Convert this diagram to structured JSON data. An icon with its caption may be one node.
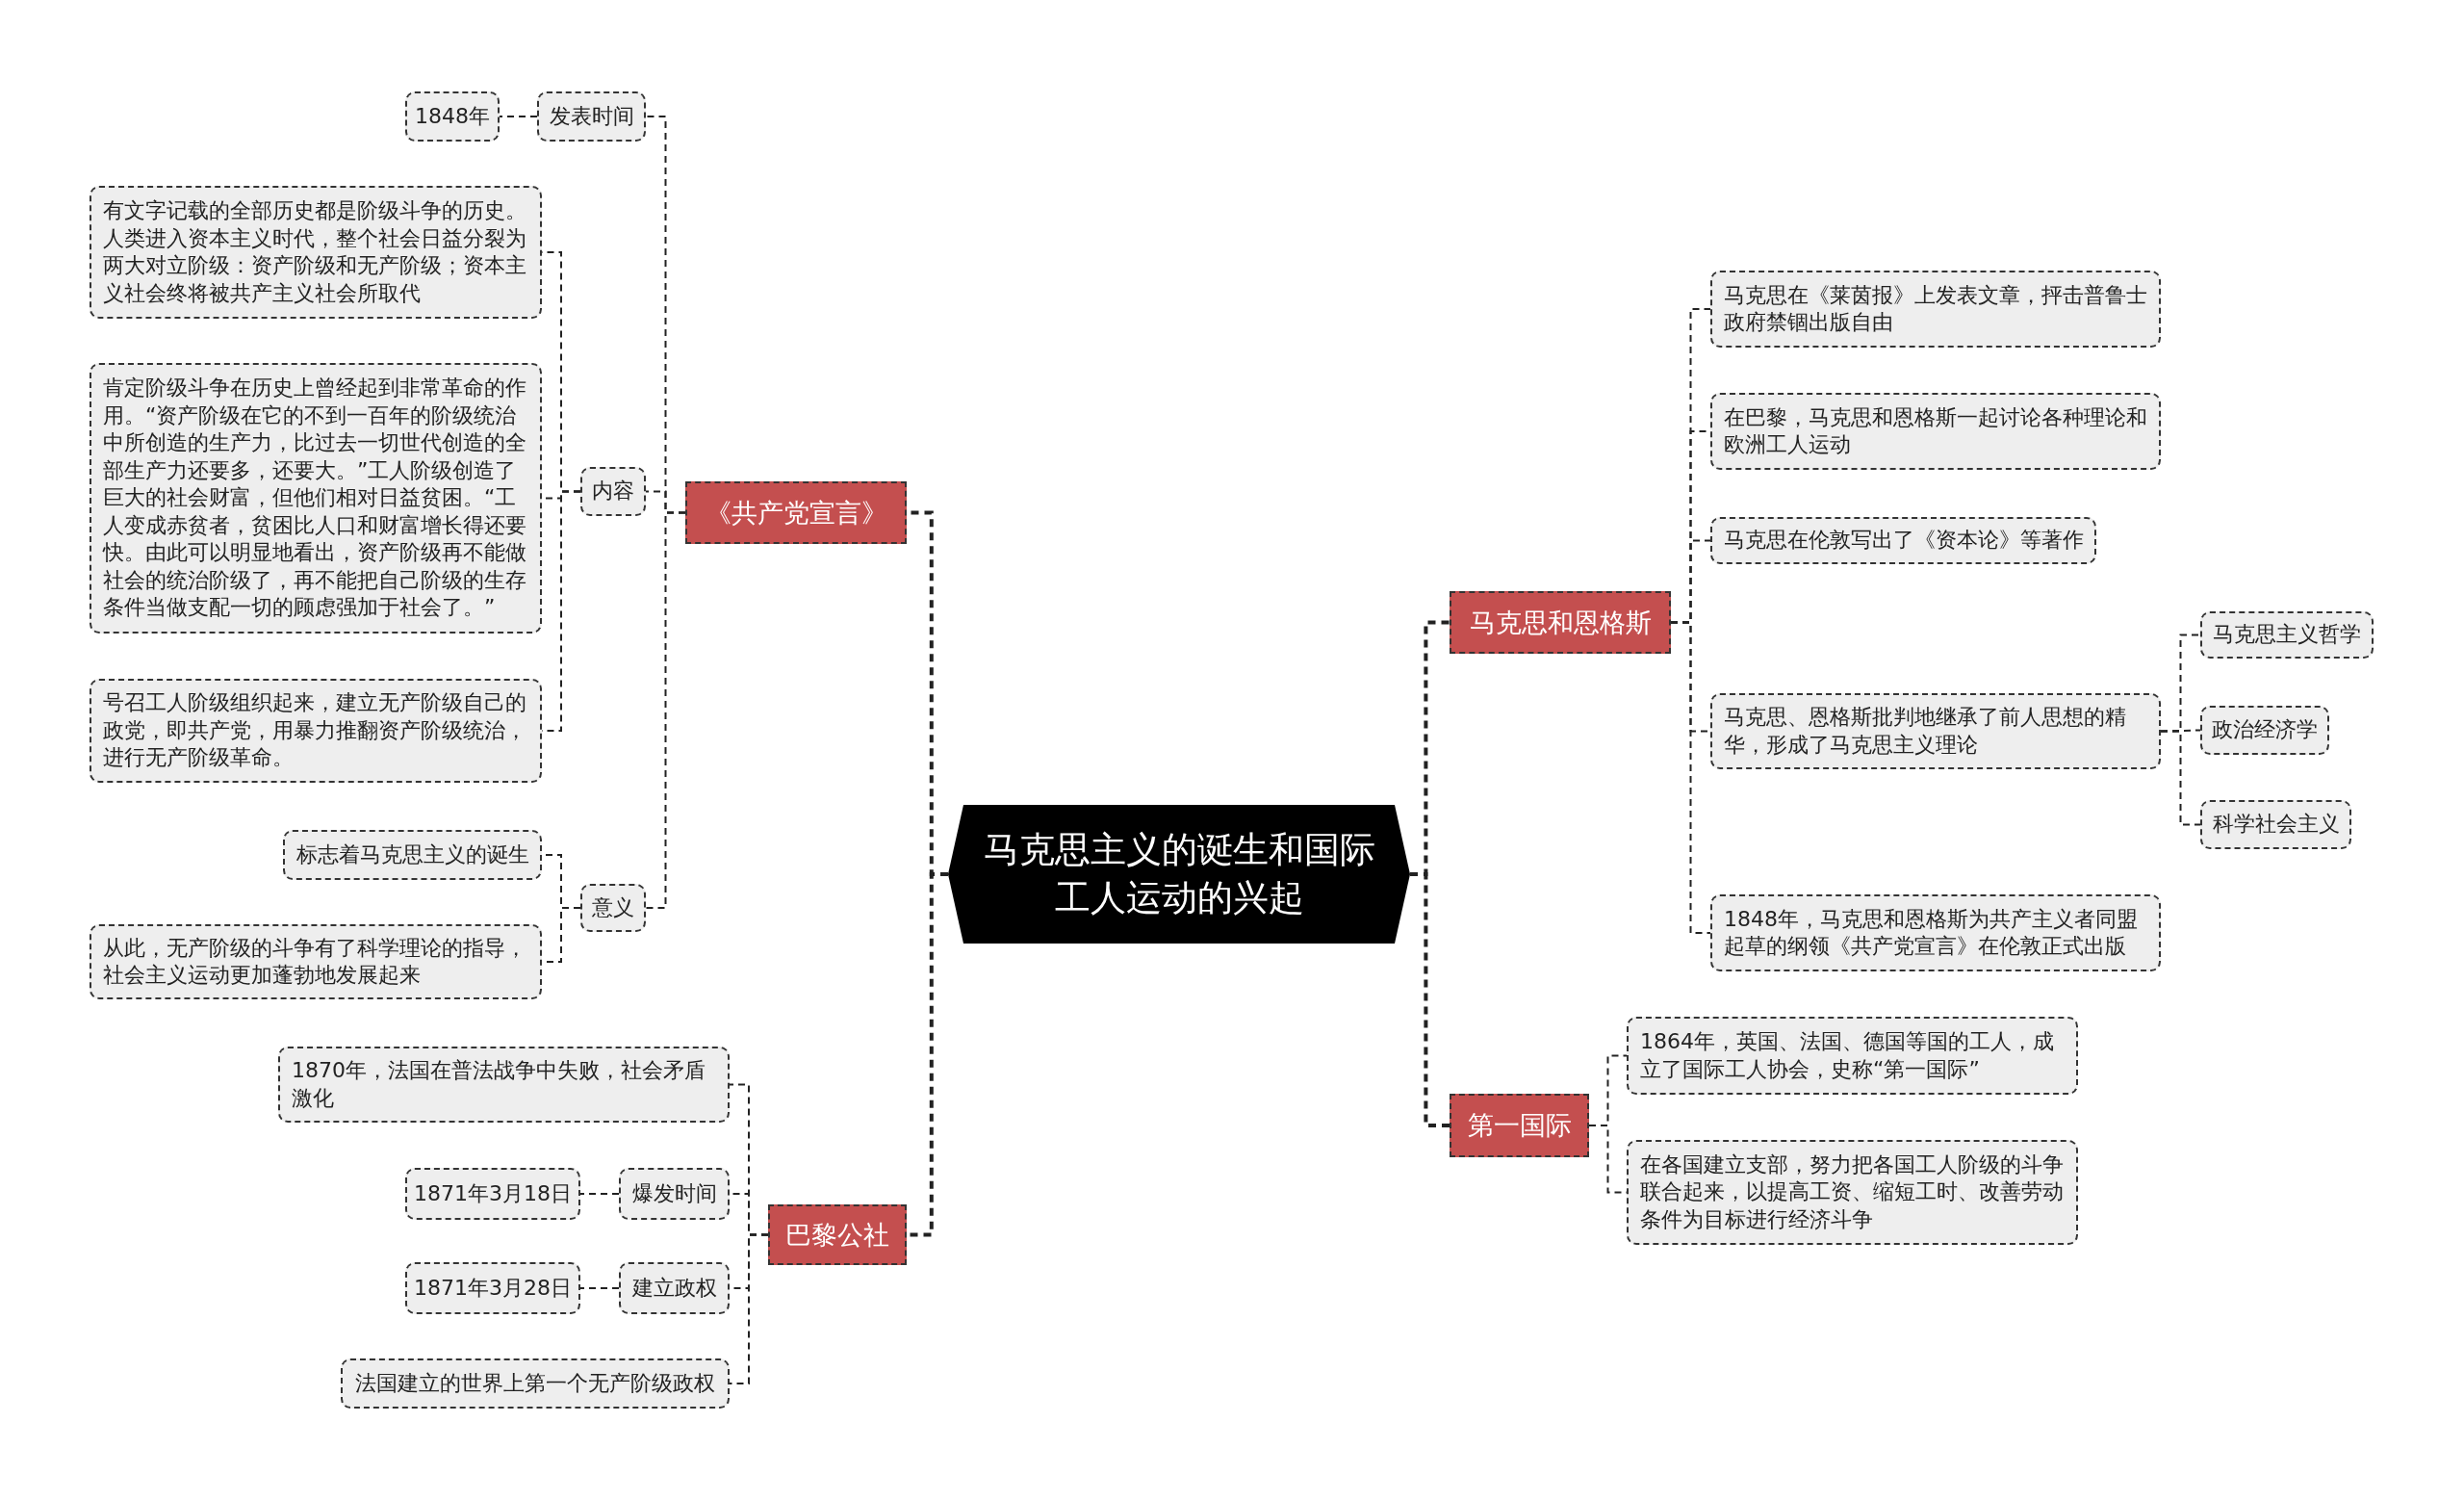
{
  "diagram": {
    "nodes": [
      {
        "text": [
          "马克思主义的诞生和国际工人运动的兴起"
        ]
      },
      {
        "text": [
          "《共产党宣言》"
        ]
      },
      {
        "text": [
          "发表时间"
        ]
      },
      {
        "text": [
          "1848年"
        ]
      },
      {
        "text": [
          "内容"
        ]
      },
      {
        "text": [
          "有文字记载的全部历史都是阶级斗争的历史。人类进入资本主义时代，整个社会日益分裂为两大对立阶级：资产阶级和无产阶级；资本主义社会终将被共产主义社会所取代"
        ]
      },
      {
        "text": [
          "肯定阶级斗争在历史上曾经起到非常革命的作用。“资产阶级在它的不到一百年的阶级统治中所创造的生产力，比过去一切世代创造的全部生产力还要多，还要大。”工人阶级创造了巨大的社会财富，但他们相对日益贫困。“工人变成赤贫者，贫困比人口和财富增长得还要快。由此可以明显地看出，资产阶级再不能做社会的统治阶级了，再不能把自己阶级的生存条件当做支配一切的顾虑强加于社会了。”"
        ]
      },
      {
        "text": [
          "号召工人阶级组织起来，建立无产阶级自己的政党，即共产党，用暴力推翻资产阶级统治，进行无产阶级革命。"
        ]
      },
      {
        "text": [
          "意义"
        ]
      },
      {
        "text": [
          "标志着马克思主义的诞生"
        ]
      },
      {
        "text": [
          "从此，无产阶级的斗争有了科学理论的指导，社会主义运动更加蓬勃地发展起来"
        ]
      },
      {
        "text": [
          "巴黎公社"
        ]
      },
      {
        "text": [
          "1870年，法国在普法战争中失败，社会矛盾激化"
        ]
      },
      {
        "text": [
          "爆发时间"
        ]
      },
      {
        "text": [
          "1871年3月18日"
        ]
      },
      {
        "text": [
          "建立政权"
        ]
      },
      {
        "text": [
          "1871年3月28日"
        ]
      },
      {
        "text": [
          "法国建立的世界上第一个无产阶级政权"
        ]
      },
      {
        "text": [
          "马克思和恩格斯"
        ]
      },
      {
        "text": [
          "马克思在《莱茵报》上发表文章，抨击普鲁士政府禁锢出版自由"
        ]
      },
      {
        "text": [
          "在巴黎，马克思和恩格斯一起讨论各种理论和欧洲工人运动"
        ]
      },
      {
        "text": [
          "马克思在伦敦写出了《资本论》等著作"
        ]
      },
      {
        "text": [
          "马克思、恩格斯批判地继承了前人思想的精华，形成了马克思主义理论"
        ]
      },
      {
        "text": [
          "马克思主义哲学"
        ]
      },
      {
        "text": [
          "政治经济学"
        ]
      },
      {
        "text": [
          "科学社会主义"
        ]
      },
      {
        "text": [
          "1848年，马克思和恩格斯为共产主义者同盟起草的纲领《共产党宣言》在伦敦正式出版"
        ]
      },
      {
        "text": [
          "第一国际"
        ]
      },
      {
        "text": [
          "1864年，英国、法国、德国等国的工人，成立了国际工人协会，史称“第一国际”"
        ]
      },
      {
        "text": [
          "在各国建立支部，努力把各国工人阶级的斗争联合起来，以提高工资、缩短工时、改善劳动条件为目标进行经济斗争"
        ]
      }
    ],
    "edges": [
      {
        "from": 0,
        "to": 1,
        "arrow": "none",
        "style": "dashed"
      },
      {
        "from": 0,
        "to": 11,
        "arrow": "none",
        "style": "dashed"
      },
      {
        "from": 0,
        "to": 18,
        "arrow": "none",
        "style": "dashed"
      },
      {
        "from": 0,
        "to": 27,
        "arrow": "none",
        "style": "dashed"
      },
      {
        "from": 1,
        "to": 2,
        "arrow": "none",
        "style": "dashed"
      },
      {
        "from": 2,
        "to": 3,
        "arrow": "none",
        "style": "dashed"
      },
      {
        "from": 1,
        "to": 4,
        "arrow": "none",
        "style": "dashed"
      },
      {
        "from": 4,
        "to": 5,
        "arrow": "none",
        "style": "dashed"
      },
      {
        "from": 4,
        "to": 6,
        "arrow": "none",
        "style": "dashed"
      },
      {
        "from": 4,
        "to": 7,
        "arrow": "none",
        "style": "dashed"
      },
      {
        "from": 1,
        "to": 8,
        "arrow": "none",
        "style": "dashed"
      },
      {
        "from": 8,
        "to": 9,
        "arrow": "none",
        "style": "dashed"
      },
      {
        "from": 8,
        "to": 10,
        "arrow": "none",
        "style": "dashed"
      },
      {
        "from": 11,
        "to": 12,
        "arrow": "none",
        "style": "dashed"
      },
      {
        "from": 11,
        "to": 13,
        "arrow": "none",
        "style": "dashed"
      },
      {
        "from": 13,
        "to": 14,
        "arrow": "none",
        "style": "dashed"
      },
      {
        "from": 11,
        "to": 15,
        "arrow": "none",
        "style": "dashed"
      },
      {
        "from": 15,
        "to": 16,
        "arrow": "none",
        "style": "dashed"
      },
      {
        "from": 11,
        "to": 17,
        "arrow": "none",
        "style": "dashed"
      },
      {
        "from": 18,
        "to": 19,
        "arrow": "none",
        "style": "dashed"
      },
      {
        "from": 18,
        "to": 20,
        "arrow": "none",
        "style": "dashed"
      },
      {
        "from": 18,
        "to": 21,
        "arrow": "none",
        "style": "dashed"
      },
      {
        "from": 18,
        "to": 22,
        "arrow": "none",
        "style": "dashed"
      },
      {
        "from": 22,
        "to": 23,
        "arrow": "none",
        "style": "dashed"
      },
      {
        "from": 22,
        "to": 24,
        "arrow": "none",
        "style": "dashed"
      },
      {
        "from": 22,
        "to": 25,
        "arrow": "none",
        "style": "dashed"
      },
      {
        "from": 18,
        "to": 26,
        "arrow": "none",
        "style": "dashed"
      },
      {
        "from": 27,
        "to": 28,
        "arrow": "none",
        "style": "dashed"
      },
      {
        "from": 27,
        "to": 29,
        "arrow": "none",
        "style": "dashed"
      }
    ]
  }
}
